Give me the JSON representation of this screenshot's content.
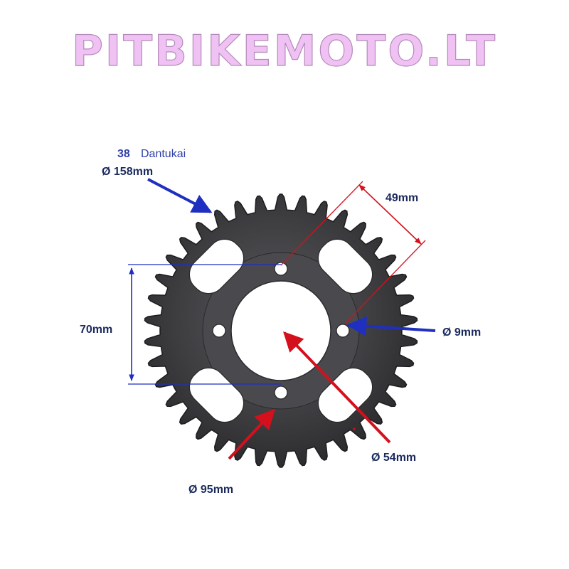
{
  "watermark": {
    "text": "PITBIKEMOTO.LT"
  },
  "sprocket": {
    "teeth": 38,
    "colors": {
      "metal": "#3e3e41",
      "metal_dark": "#1f1f22",
      "metal_light": "#66666a",
      "background": "#ffffff"
    }
  },
  "annotations": {
    "teeth_count": "38",
    "teeth_word": "Dantukai",
    "outer_diameter": "Ø 158mm",
    "bolt_spacing_diag": "49mm",
    "bolt_spacing_vert": "70mm",
    "bolt_hole": "Ø 9mm",
    "center_bore": "Ø 54mm",
    "bolt_circle": "Ø 95mm"
  },
  "colors": {
    "blue": "#1f2fc0",
    "red": "#d4101c"
  }
}
